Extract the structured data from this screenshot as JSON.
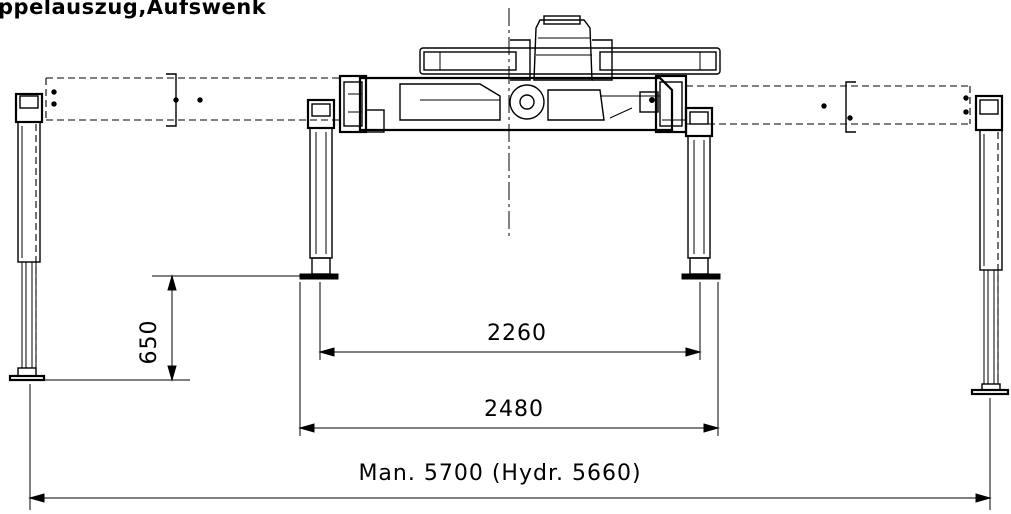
{
  "title": "ppelauszug,Aufswenk",
  "dimensions": {
    "height_left": "650",
    "inner_span": "2260",
    "outer_span": "2480",
    "total_span": "Man. 5700 (Hydr.  5660)"
  }
}
